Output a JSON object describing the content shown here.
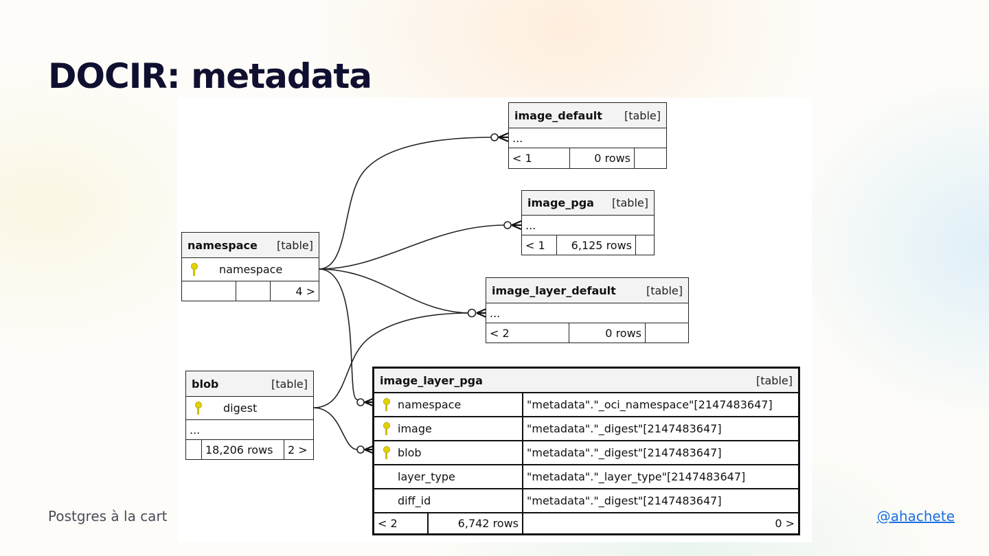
{
  "slide": {
    "title": "DOCIR: metadata",
    "footer_left": "Postgres à la cart",
    "footer_right": "@ahachete"
  },
  "diagram": {
    "tables": {
      "image_default": {
        "name": "image_default",
        "kind": "[table]",
        "body": "...",
        "footer": [
          "< 1",
          "0 rows",
          ""
        ]
      },
      "image_pga": {
        "name": "image_pga",
        "kind": "[table]",
        "body": "...",
        "footer": [
          "< 1",
          "6,125 rows",
          ""
        ]
      },
      "namespace": {
        "name": "namespace",
        "kind": "[table]",
        "column": "namespace",
        "footer": [
          "",
          "",
          "4 >"
        ]
      },
      "image_layer_default": {
        "name": "image_layer_default",
        "kind": "[table]",
        "body": "...",
        "footer": [
          "< 2",
          "0 rows",
          ""
        ]
      },
      "blob": {
        "name": "blob",
        "kind": "[table]",
        "column": "digest",
        "body": "...",
        "footer": [
          "",
          "18,206 rows",
          "2 >"
        ]
      },
      "image_layer_pga": {
        "name": "image_layer_pga",
        "kind": "[table]",
        "columns": [
          {
            "name": "namespace",
            "type": "\"metadata\".\"_oci_namespace\"[2147483647]",
            "key": true
          },
          {
            "name": "image",
            "type": "\"metadata\".\"_digest\"[2147483647]",
            "key": true
          },
          {
            "name": "blob",
            "type": "\"metadata\".\"_digest\"[2147483647]",
            "key": true
          },
          {
            "name": "layer_type",
            "type": "\"metadata\".\"_layer_type\"[2147483647]",
            "key": false
          },
          {
            "name": "diff_id",
            "type": "\"metadata\".\"_digest\"[2147483647]",
            "key": false
          }
        ],
        "footer": [
          "< 2",
          "6,742 rows",
          "0 >"
        ]
      }
    }
  }
}
